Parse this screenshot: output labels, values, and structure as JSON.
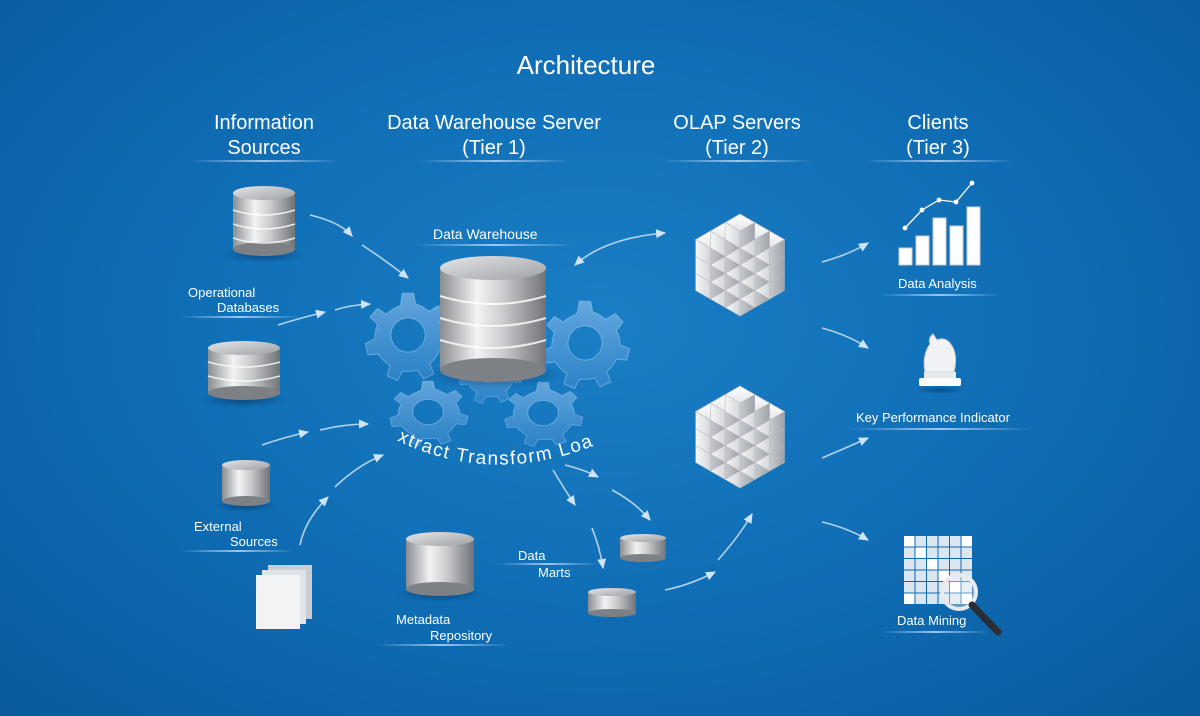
{
  "title": "Architecture",
  "columns": [
    {
      "line1": "Information",
      "line2": "Sources"
    },
    {
      "line1": "Data Warehouse Server",
      "line2": "(Tier 1)"
    },
    {
      "line1": "OLAP Servers",
      "line2": "(Tier 2)"
    },
    {
      "line1": "Clients",
      "line2": "(Tier 3)"
    }
  ],
  "labels": {
    "operational_1": "Operational",
    "operational_2": "Databases",
    "external_1": "External",
    "external_2": "Sources",
    "data_warehouse": "Data Warehouse",
    "etl": "Extract Transform Load",
    "metadata_1": "Metadata",
    "metadata_2": "Repository",
    "marts_1": "Data",
    "marts_2": "Marts",
    "data_analysis": "Data Analysis",
    "kpi": "Key Performance Indicator",
    "data_mining": "Data Mining"
  },
  "icons": [
    "database-icon",
    "gear-icon",
    "olap-cube-icon",
    "bar-chart-icon",
    "chess-knight-icon",
    "magnifier-grid-icon",
    "documents-icon"
  ],
  "colors": {
    "background": "#0f6cb3",
    "text": "#ffffff"
  }
}
